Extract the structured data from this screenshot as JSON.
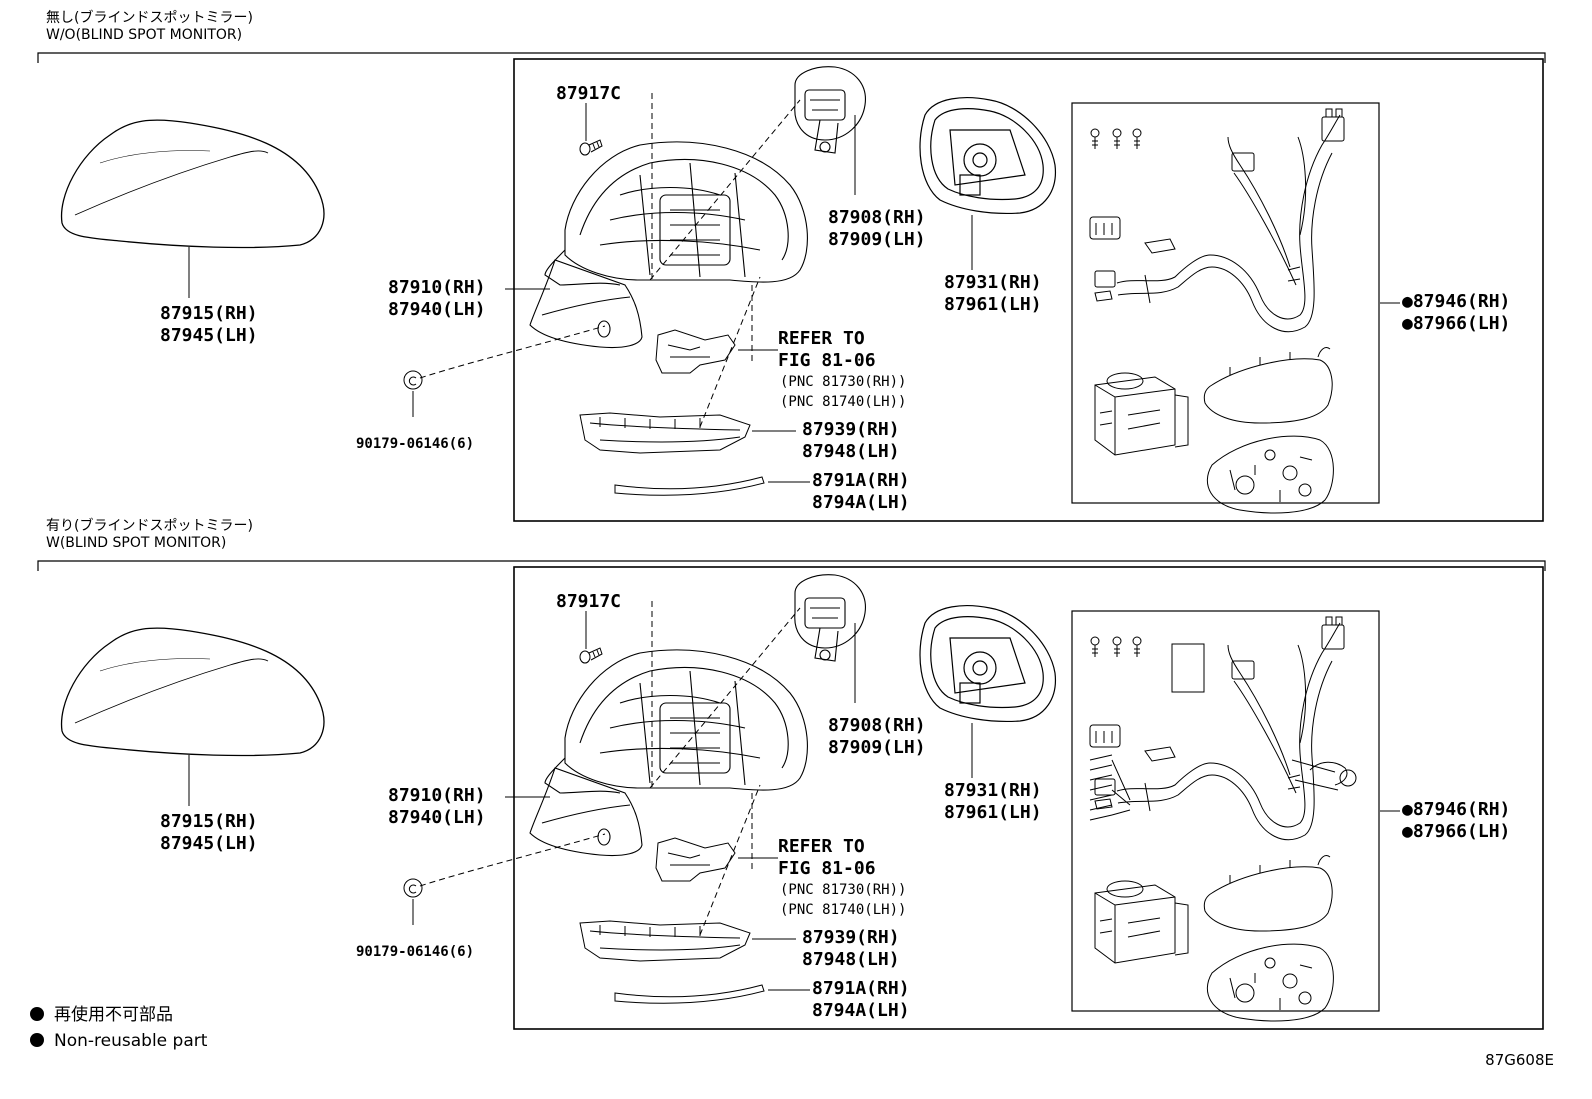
{
  "figure_code": "87G608E",
  "legend": [
    {
      "symbol": "●",
      "text": "再使用不可部品"
    },
    {
      "symbol": "●",
      "text": "Non-reusable part"
    }
  ],
  "sections": [
    {
      "header_jp": "無し(ブラインドスポットミラー)",
      "header_en": "W/O(BLIND SPOT MONITOR)",
      "labels": {
        "cover_rh": "87915(RH)",
        "cover_lh": "87945(LH)",
        "screw": "87917C",
        "mirror_rh": "87910(RH)",
        "mirror_lh": "87940(LH)",
        "clip": "90179-06146(6)",
        "actuator_rh": "87908(RH)",
        "actuator_lh": "87909(LH)",
        "glass_rh": "87931(RH)",
        "glass_lh": "87961(LH)",
        "refer": "REFER TO",
        "fig": "FIG 81-06",
        "pnc_rh": "(PNC 81730(RH))",
        "pnc_lh": "(PNC 81740(LH))",
        "lamp_rh": "87939(RH)",
        "lamp_lh": "87948(LH)",
        "garnish_rh": "8791A(RH)",
        "garnish_lh": "8794A(LH)",
        "harness_rh": "●87946(RH)",
        "harness_lh": "●87966(LH)"
      }
    },
    {
      "header_jp": "有り(ブラインドスポットミラー)",
      "header_en": "W(BLIND SPOT MONITOR)",
      "labels": {
        "cover_rh": "87915(RH)",
        "cover_lh": "87945(LH)",
        "screw": "87917C",
        "mirror_rh": "87910(RH)",
        "mirror_lh": "87940(LH)",
        "clip": "90179-06146(6)",
        "actuator_rh": "87908(RH)",
        "actuator_lh": "87909(LH)",
        "glass_rh": "87931(RH)",
        "glass_lh": "87961(LH)",
        "refer": "REFER TO",
        "fig": "FIG 81-06",
        "pnc_rh": "(PNC 81730(RH))",
        "pnc_lh": "(PNC 81740(LH))",
        "lamp_rh": "87939(RH)",
        "lamp_lh": "87948(LH)",
        "garnish_rh": "8791A(RH)",
        "garnish_lh": "8794A(LH)",
        "harness_rh": "●87946(RH)",
        "harness_lh": "●87966(LH)"
      }
    }
  ]
}
